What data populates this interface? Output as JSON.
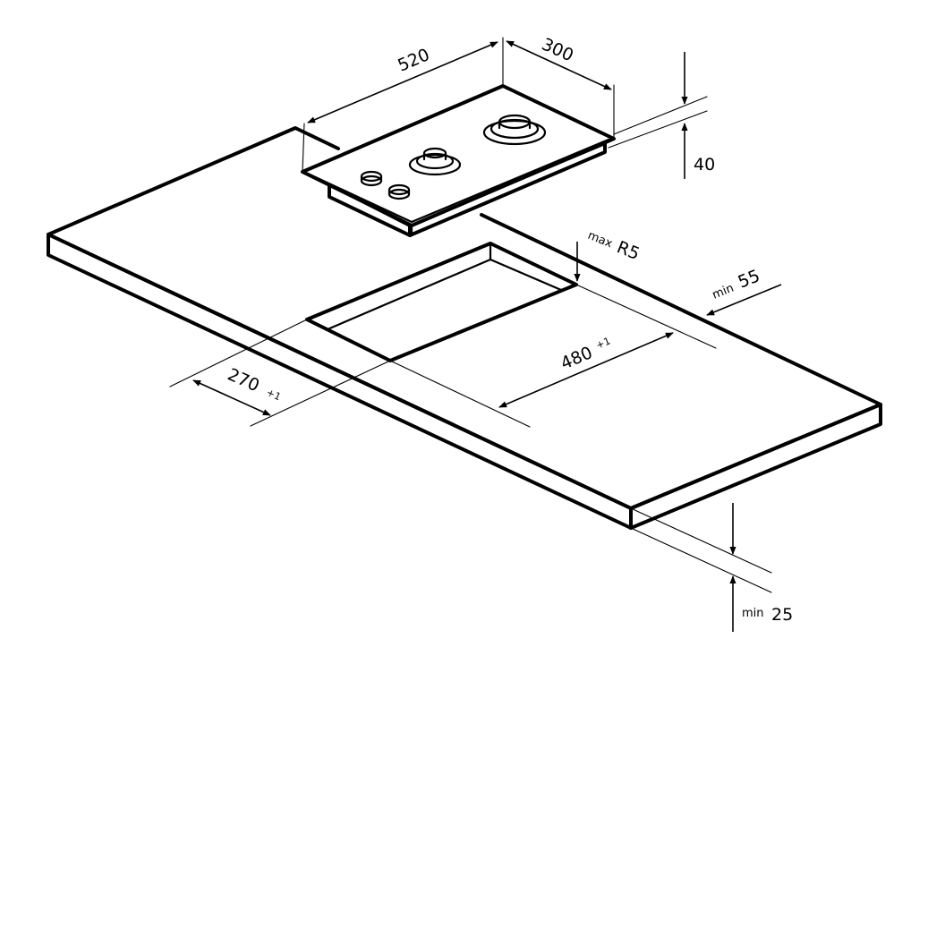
{
  "colors": {
    "line": "#000000",
    "background": "#ffffff"
  },
  "dimensions": {
    "hob_width": "520",
    "hob_depth": "300",
    "hob_height": "40",
    "radius_prefix": "max",
    "radius_value": "R5",
    "gap_prefix": "min",
    "gap_value": "55",
    "cutout_width": "480",
    "cutout_width_sup": "+1",
    "cutout_depth": "270",
    "cutout_depth_sup": "+1",
    "counter_prefix": "min",
    "counter_value": "25"
  },
  "components": {
    "hob": "gas hob with two burners and two control knobs",
    "countertop": "worktop with rectangular cutout"
  }
}
